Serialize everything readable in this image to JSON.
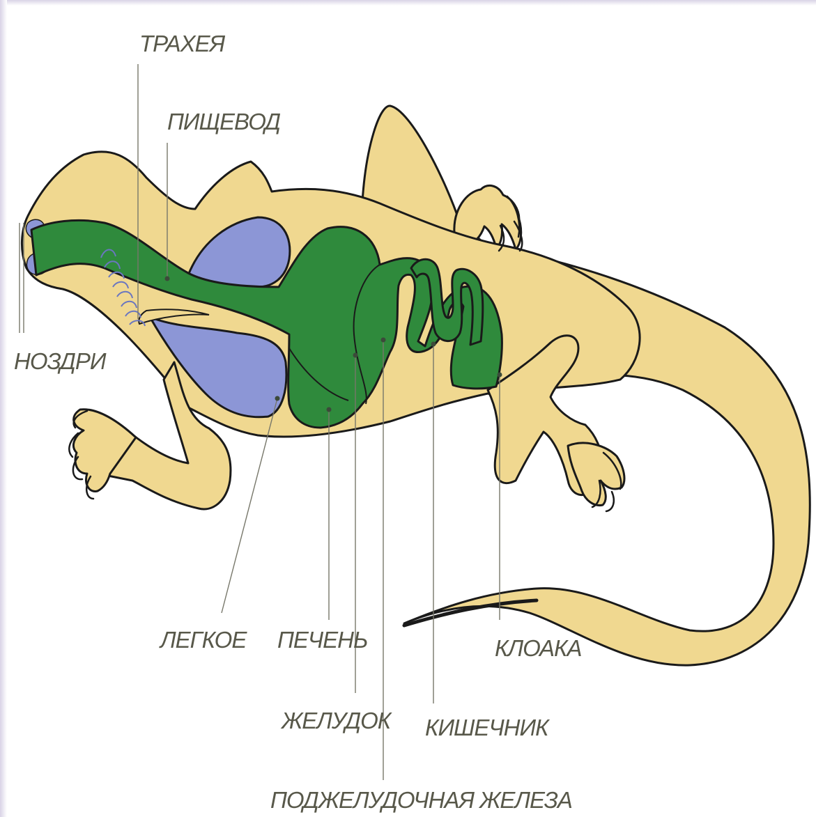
{
  "diagram": {
    "colors": {
      "body": "#f0d890",
      "digestive": "#2f8a3c",
      "lungs": "#8c96d6",
      "outline": "#1a1a1a",
      "label_text": "#58584a"
    },
    "labels": {
      "trachea": "ТРАХЕЯ",
      "esophagus": "ПИЩЕВОД",
      "nostrils": "НОЗДРИ",
      "lung": "ЛЕГКОЕ",
      "liver": "ПЕЧЕНЬ",
      "stomach": "ЖЕЛУДОК",
      "pancreas": "ПОДЖЕЛУДОЧНАЯ ЖЕЛЕЗА",
      "intestine": "КИШЕЧНИК",
      "cloaca": "КЛОАКА"
    }
  }
}
